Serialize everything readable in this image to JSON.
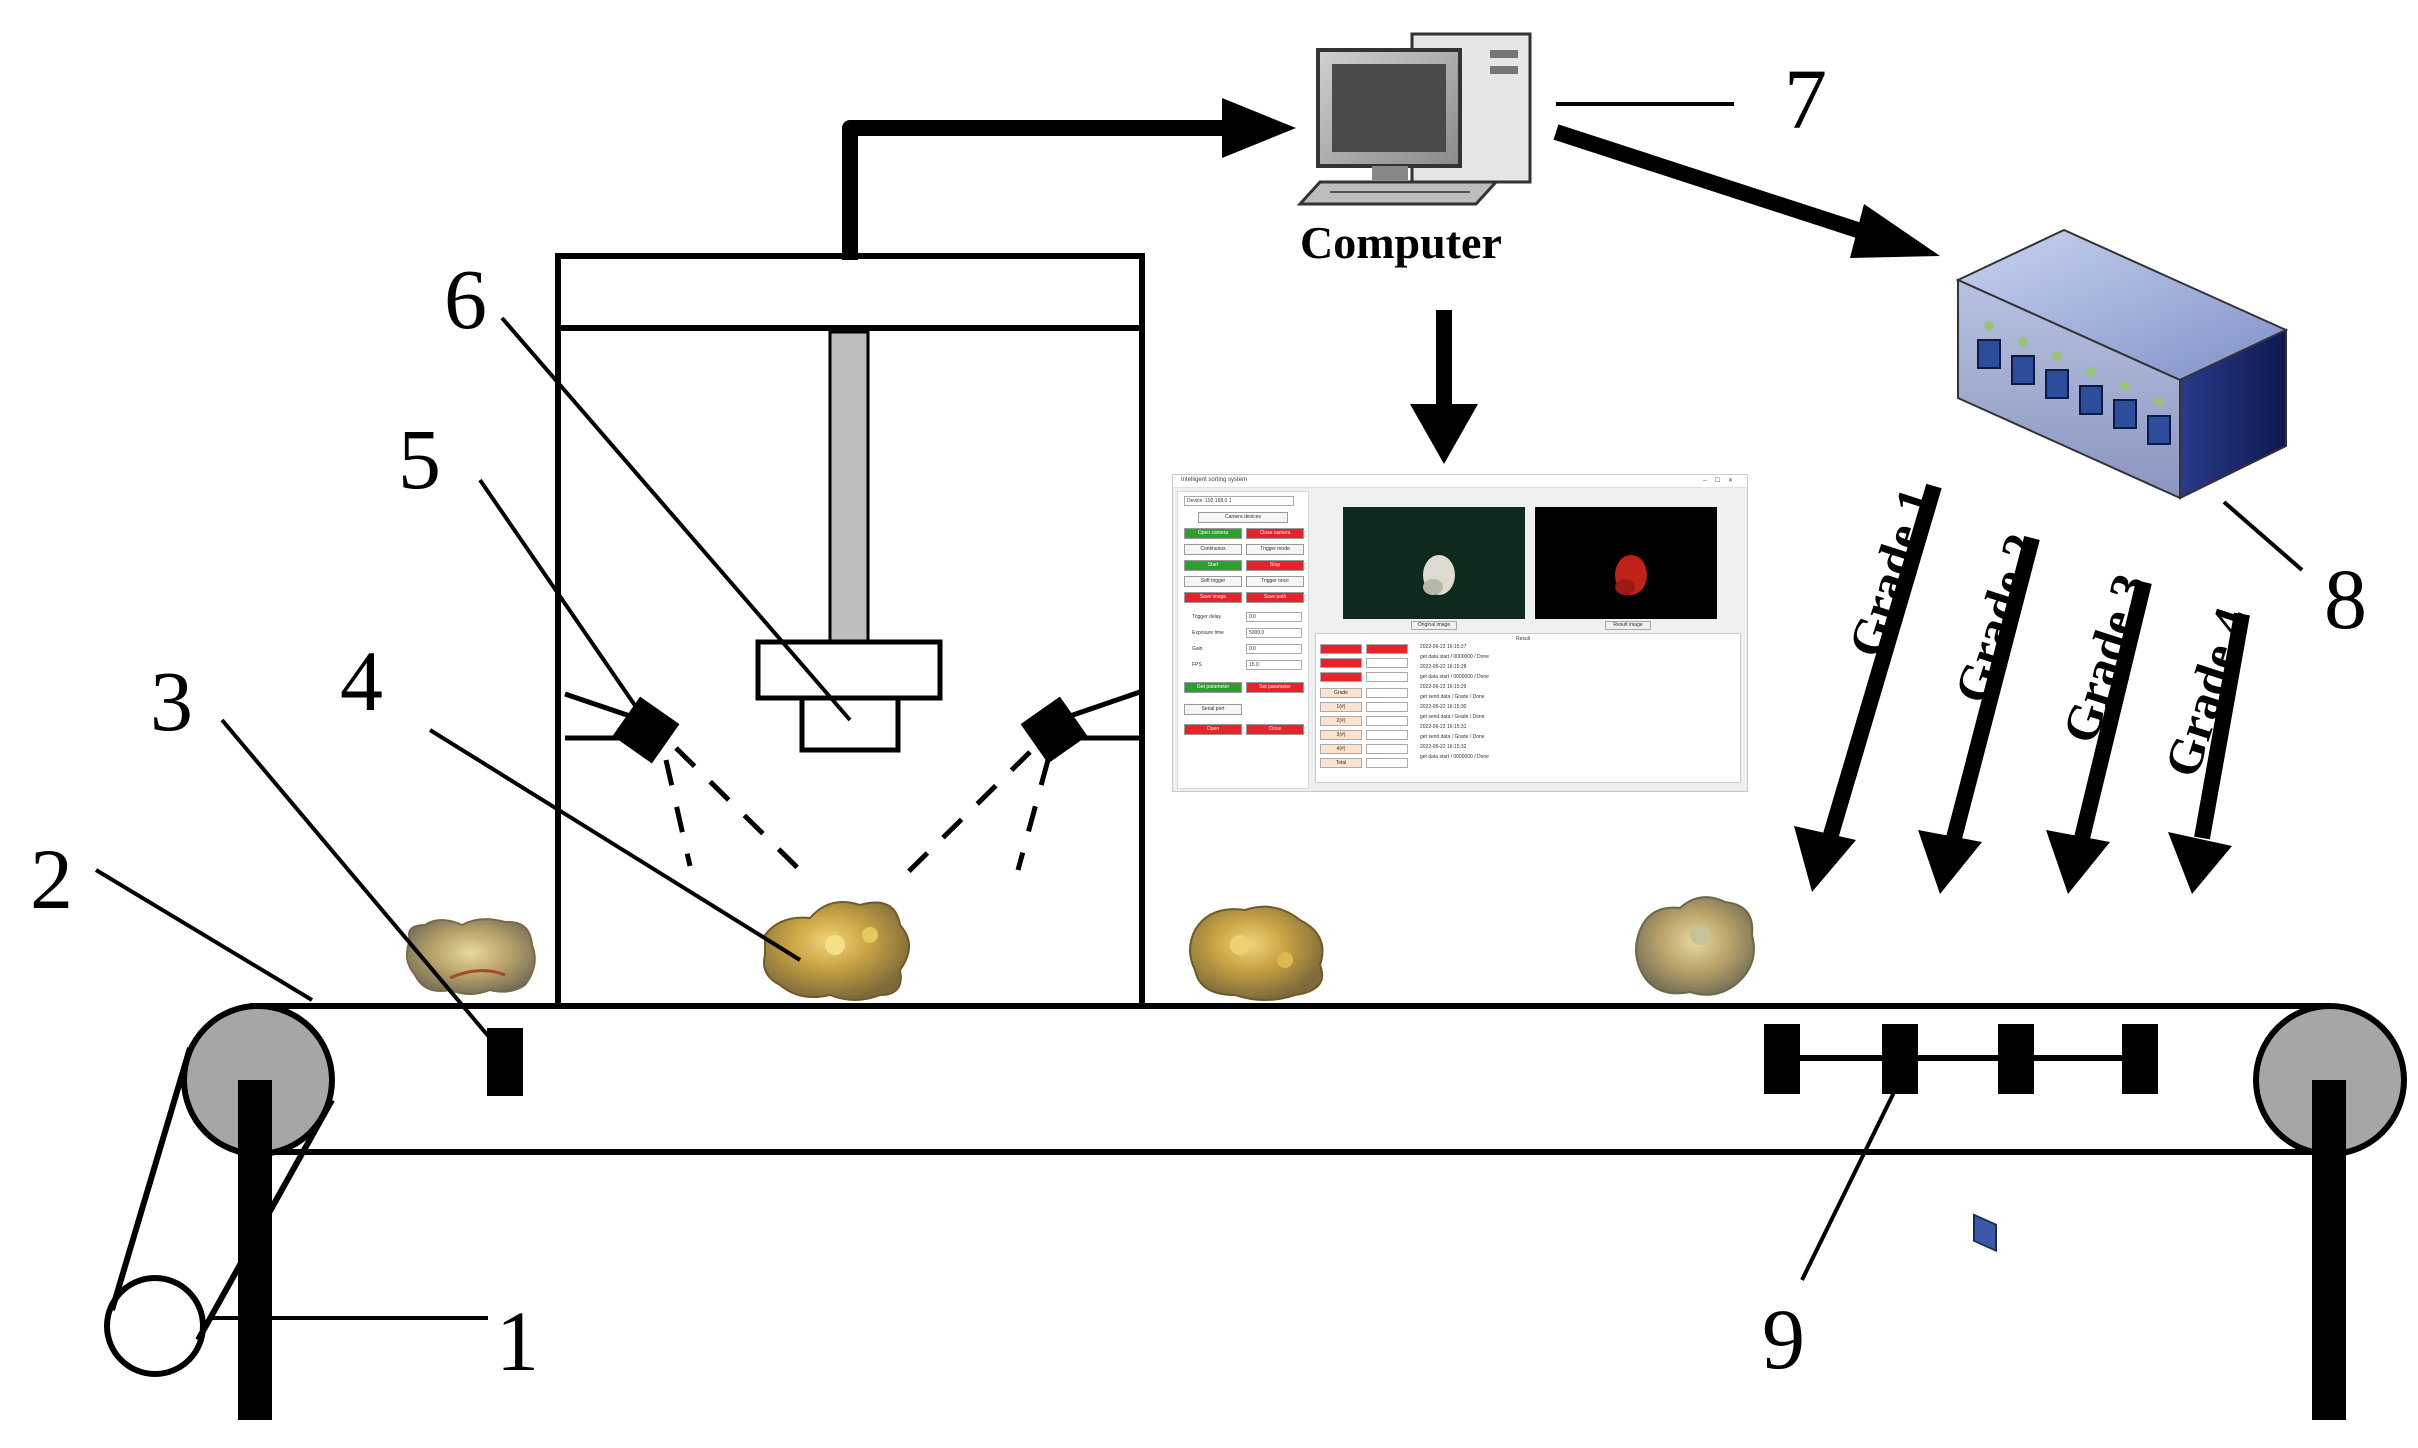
{
  "labels": {
    "n1": "1",
    "n2": "2",
    "n3": "3",
    "n4": "4",
    "n5": "5",
    "n6": "6",
    "n7": "7",
    "n8": "8",
    "n9": "9"
  },
  "computer_label": "Computer",
  "grades": [
    "Grade 1",
    "Grade 2",
    "Grade 3",
    "Grade 4"
  ],
  "ui": {
    "title": "Intelligent sorting system",
    "left_buttons": [
      {
        "label": "Camera devices",
        "color": "w"
      },
      {
        "label": "Open camera",
        "color": "g"
      },
      {
        "label": "Close camera",
        "color": "r"
      },
      {
        "label": "Continuous",
        "color": "w"
      },
      {
        "label": "Trigger mode",
        "color": "w"
      },
      {
        "label": "Start",
        "color": "g"
      },
      {
        "label": "Stop",
        "color": "r"
      },
      {
        "label": "Soft trigger",
        "color": "w"
      },
      {
        "label": "Trigger once",
        "color": "w"
      },
      {
        "label": "Save image",
        "color": "r"
      },
      {
        "label": "Save path",
        "color": "r"
      }
    ],
    "params": [
      {
        "name": "Trigger delay",
        "value": "0.0"
      },
      {
        "name": "Exposure time",
        "value": "5000.0"
      },
      {
        "name": "Gain",
        "value": "0.0"
      },
      {
        "name": "FPS",
        "value": "15.0"
      }
    ],
    "bottom_buttons": [
      {
        "label": "Get parameter",
        "color": "g"
      },
      {
        "label": "Set parameter",
        "color": "r"
      },
      {
        "label": "Serial port",
        "color": "w"
      },
      {
        "label": "Open",
        "color": "r"
      },
      {
        "label": "Close",
        "color": "r"
      }
    ],
    "captions": [
      "Original image",
      "Result image"
    ],
    "results_header": "Result",
    "grade_rows": [
      "Grade",
      "1(#)",
      "2(#)",
      "3(#)",
      "4(#)",
      "Total"
    ],
    "log_lines": [
      "2022-06-22 16:15:27",
      "get data start / 0000000 / Done",
      "2022-06-22 16:15:28",
      "get data start / 0000000 / Done",
      "2022-06-22 16:15:29",
      "get send data / Grade / Done",
      "2022-06-22 16:15:30",
      "get send data / Grade / Done",
      "2022-06-22 16:15:31",
      "get send data / Grade / Done",
      "2022-06-22 16:15:32",
      "get data start / 0000000 / Done"
    ]
  }
}
